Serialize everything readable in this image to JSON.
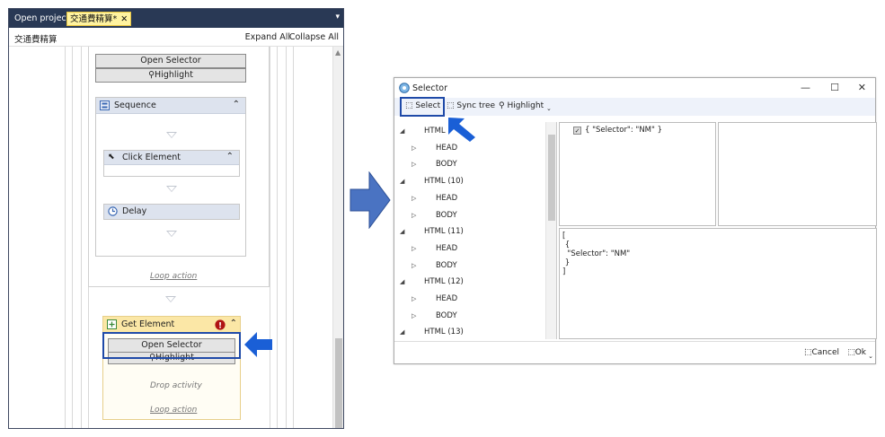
{
  "designer": {
    "tabs": {
      "open_project": "Open project",
      "active": "交通費精算*",
      "close": "✕"
    },
    "menu_glyph": "▾",
    "header_title": "交通費精算",
    "expand_all": "Expand All",
    "collapse_all": "Collapse All",
    "top_open_selector": "Open Selector",
    "top_highlight": "Highlight",
    "sequence_title": "Sequence",
    "click_element_title": "Click Element",
    "delay_title": "Delay",
    "loop_action_1": "Loop action",
    "get_element_title": "Get Element",
    "get_open_selector": "Open Selector",
    "get_highlight": "Highlight",
    "drop_activity": "Drop activity",
    "loop_action_2": "Loop action",
    "chevron": "⌃",
    "error_badge": "!"
  },
  "selector": {
    "title": "Selector",
    "minimize": "—",
    "maximize": "☐",
    "close": "✕",
    "toolbar": {
      "select": "Select",
      "sync_tree": "Sync tree",
      "highlight": "Highlight"
    },
    "tree": [
      {
        "label": "HTML",
        "level": 0
      },
      {
        "label": "HEAD",
        "level": 1
      },
      {
        "label": "BODY",
        "level": 1
      },
      {
        "label": "HTML (10)",
        "level": 0
      },
      {
        "label": "HEAD",
        "level": 1
      },
      {
        "label": "BODY",
        "level": 1
      },
      {
        "label": "HTML (11)",
        "level": 0
      },
      {
        "label": "HEAD",
        "level": 1
      },
      {
        "label": "BODY",
        "level": 1
      },
      {
        "label": "HTML (12)",
        "level": 0
      },
      {
        "label": "HEAD",
        "level": 1
      },
      {
        "label": "BODY",
        "level": 1
      },
      {
        "label": "HTML (13)",
        "level": 0
      }
    ],
    "attribute_row": "{ \"Selector\": \"NM\" }",
    "json_text": "[\n {\n  \"Selector\": \"NM\"\n }\n]",
    "footer": {
      "cancel": "Cancel",
      "ok": "Ok"
    }
  },
  "colors": {
    "accent_frame": "#1f4aa8",
    "arrow_blue": "#1a5fd6",
    "tab_bar": "#293955",
    "active_tab": "#fff3a0"
  }
}
